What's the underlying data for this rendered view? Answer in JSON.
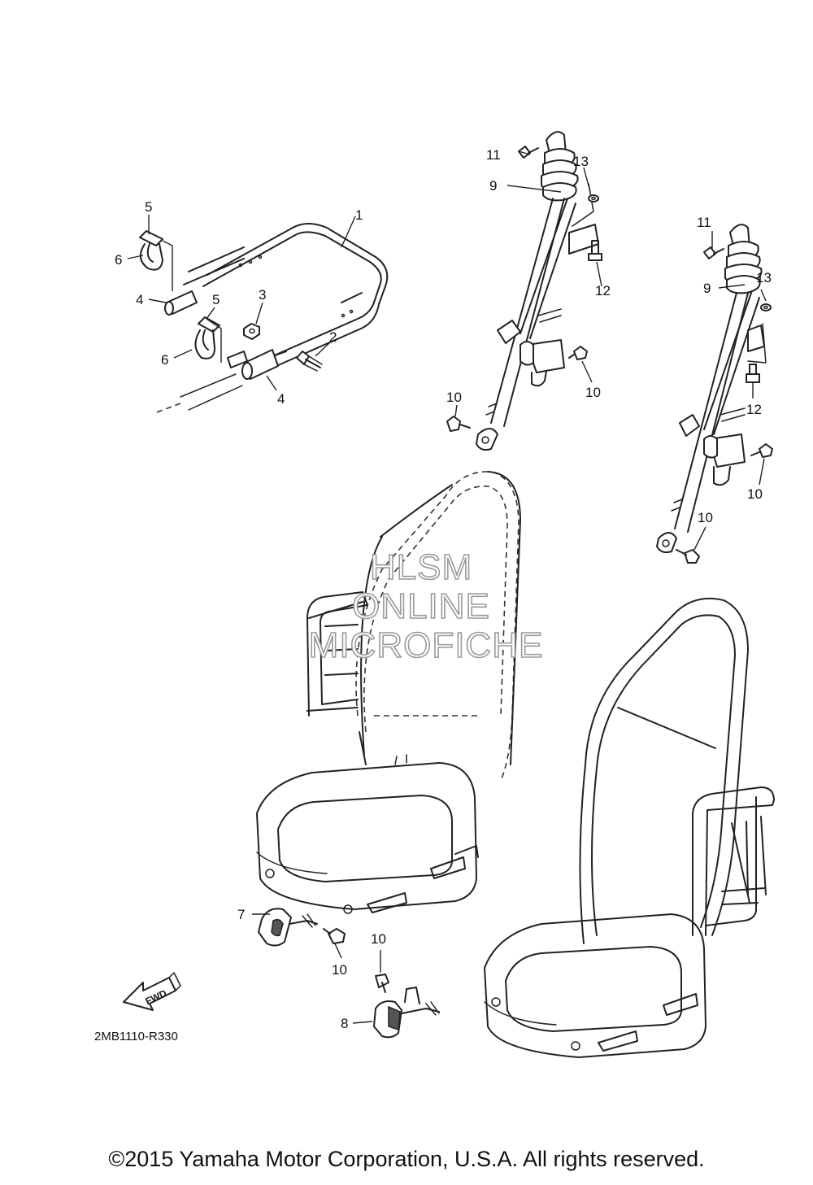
{
  "callouts": {
    "c1": "1",
    "c2": "2",
    "c3": "3",
    "c4a": "4",
    "c4b": "4",
    "c5a": "5",
    "c5b": "5",
    "c6a": "6",
    "c6b": "6",
    "c7": "7",
    "c8": "8",
    "c9a": "9",
    "c9b": "9",
    "c10a": "10",
    "c10b": "10",
    "c10c": "10",
    "c10d": "10",
    "c10e": "10",
    "c10f": "10",
    "c11a": "11",
    "c11b": "11",
    "c12a": "12",
    "c12b": "12",
    "c13a": "13",
    "c13b": "13"
  },
  "watermark": {
    "line1": "HLSM",
    "line2": "ONLINE",
    "line3": "MICROFICHE"
  },
  "fwd_label": "FWD",
  "diagram_code": "2MB1110-R330",
  "copyright": "©2015 Yamaha Motor Corporation, U.S.A. All rights reserved."
}
